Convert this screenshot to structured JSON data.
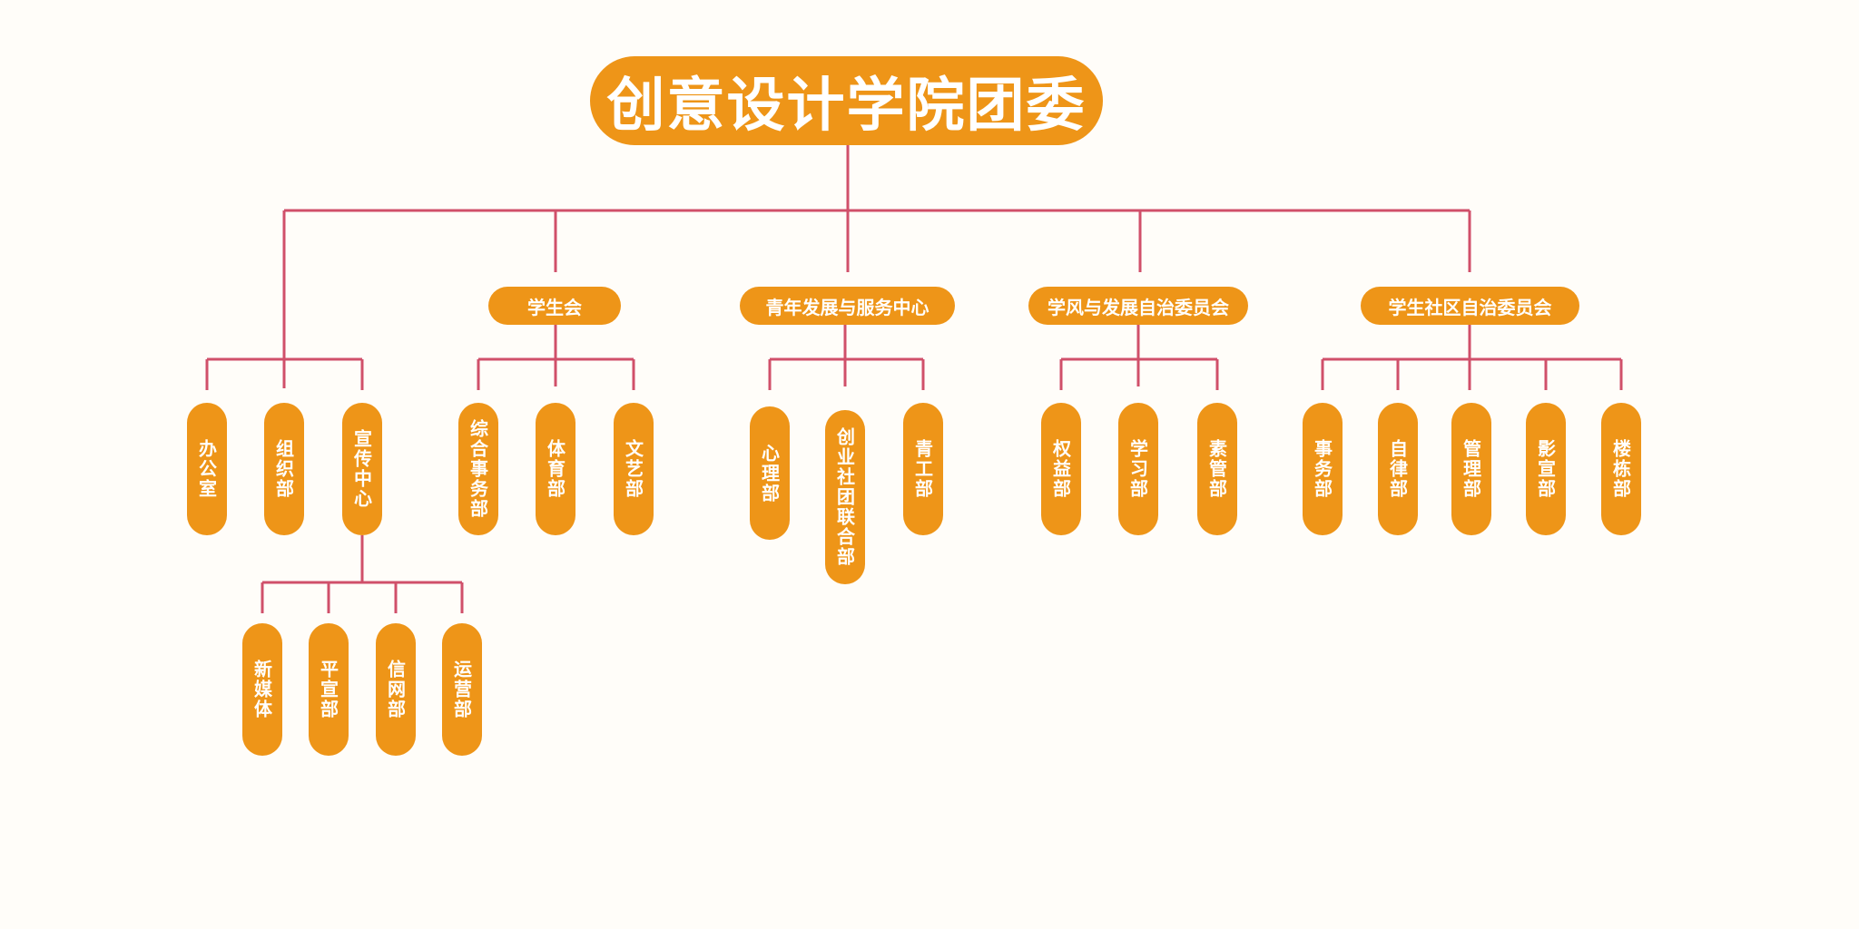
{
  "title": "创意设计学院团委",
  "colors": {
    "node": "#EE9518",
    "connector": "#D0506A",
    "background": "#FFFDF9"
  },
  "direct_departments": [
    "办公室",
    "组织部",
    "宣传中心"
  ],
  "publicity_center_subdepartments": [
    "新媒体",
    "平宣部",
    "信网部",
    "运营部"
  ],
  "branches": [
    {
      "name": "学生会",
      "departments": [
        "综合事务部",
        "体育部",
        "文艺部"
      ]
    },
    {
      "name": "青年发展与服务中心",
      "departments": [
        "心理部",
        "创业社团联合部",
        "青工部"
      ]
    },
    {
      "name": "学风与发展自治委员会",
      "departments": [
        "权益部",
        "学习部",
        "素管部"
      ]
    },
    {
      "name": "学生社区自治委员会",
      "departments": [
        "事务部",
        "自律部",
        "管理部",
        "影宣部",
        "楼栋部"
      ]
    }
  ]
}
